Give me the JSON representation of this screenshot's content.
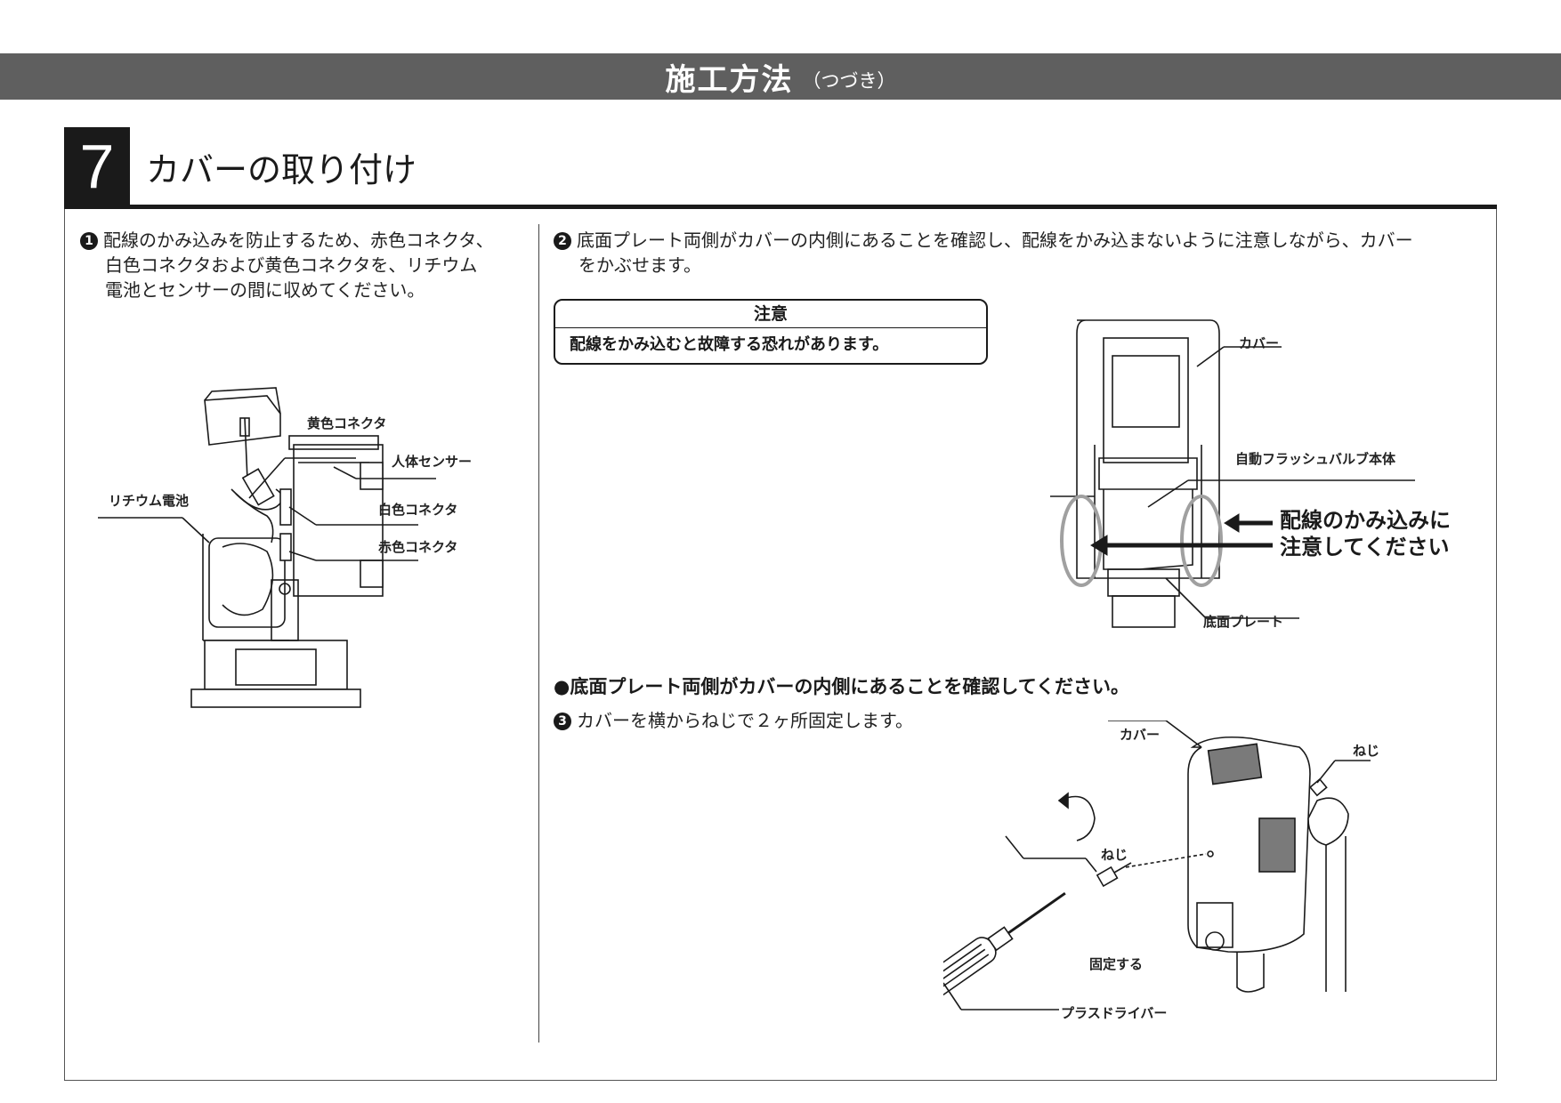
{
  "header": {
    "title": "施工方法",
    "subtitle": "（つづき）"
  },
  "step": {
    "number": "7",
    "title": "カバーの取り付け"
  },
  "step1": {
    "marker": "1",
    "line1": "配線のかみ込みを防止するため、赤色コネクタ、",
    "line2": "白色コネクタおよび黄色コネクタを、リチウム",
    "line3": "電池とセンサーの間に収めてください。"
  },
  "fig1_labels": {
    "yellow": "黄色コネクタ",
    "sensor": "人体センサー",
    "battery": "リチウム電池",
    "white": "白色コネクタ",
    "red": "赤色コネクタ"
  },
  "step2": {
    "marker": "2",
    "line1": "底面プレート両側がカバーの内側にあることを確認し、配線をかみ込まないように注意しながら、カバー",
    "line2": "をかぶせます。"
  },
  "caution": {
    "heading": "注意",
    "text": "配線をかみ込むと故障する恐れがあります。"
  },
  "fig2_labels": {
    "cover": "カバー",
    "valve": "自動フラッシュバルブ本体",
    "warn_line1": "配線のかみ込みに",
    "warn_line2": "注意してください",
    "plate": "底面プレート"
  },
  "note": "●底面プレート両側がカバーの内側にあることを確認してください。",
  "step3": {
    "marker": "3",
    "text": "カバーを横からねじで２ヶ所固定します。"
  },
  "fig3_labels": {
    "cover": "カバー",
    "screw_right": "ねじ",
    "screw_left": "ねじ",
    "fix": "固定する",
    "driver": "プラスドライバー"
  },
  "colors": {
    "banner": "#5f5f5f",
    "ink": "#1a1a1a",
    "highlight_ring": "#a0a0a0",
    "window": "#7a7a7a"
  }
}
